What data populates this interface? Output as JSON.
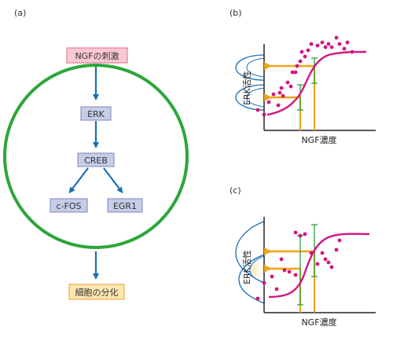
{
  "panel_a": {
    "label": "(a)",
    "stimulus": "NGFの刺激",
    "nodes": {
      "erk": "ERK",
      "creb": "CREB",
      "cfos": "c-FOS",
      "egr1": "EGR1"
    },
    "outcome": "細胞の分化"
  },
  "panel_b": {
    "label": "(b)",
    "xlabel": "NGF濃度",
    "ylabel": "ERK活性",
    "points": [
      [
        36,
        140
      ],
      [
        44,
        146
      ],
      [
        50,
        130
      ],
      [
        56,
        120
      ],
      [
        62,
        134
      ],
      [
        64,
        118
      ],
      [
        66,
        112
      ],
      [
        68,
        122
      ],
      [
        74,
        105
      ],
      [
        78,
        110
      ],
      [
        80,
        92
      ],
      [
        84,
        92
      ],
      [
        86,
        84
      ],
      [
        90,
        78
      ],
      [
        92,
        66
      ],
      [
        96,
        72
      ],
      [
        100,
        64
      ],
      [
        104,
        56
      ],
      [
        112,
        58
      ],
      [
        118,
        54
      ],
      [
        122,
        60
      ],
      [
        126,
        56
      ],
      [
        130,
        60
      ],
      [
        136,
        48
      ],
      [
        140,
        56
      ],
      [
        146,
        62
      ],
      [
        150,
        54
      ],
      [
        156,
        66
      ]
    ]
  },
  "panel_c": {
    "label": "(c)",
    "xlabel": "NGF濃度",
    "ylabel": "ERK活性",
    "points": [
      [
        36,
        380
      ],
      [
        44,
        360
      ],
      [
        54,
        352
      ],
      [
        60,
        368
      ],
      [
        66,
        330
      ],
      [
        70,
        344
      ],
      [
        76,
        346
      ],
      [
        84,
        350
      ],
      [
        84,
        296
      ],
      [
        90,
        300
      ],
      [
        96,
        298
      ],
      [
        104,
        322
      ],
      [
        112,
        336
      ],
      [
        118,
        322
      ],
      [
        122,
        330
      ],
      [
        126,
        334
      ],
      [
        130,
        340
      ],
      [
        136,
        318
      ],
      [
        140,
        306
      ]
    ]
  },
  "colors": {
    "magenta": "#d4157f",
    "green": "#2a9d3a",
    "orange": "#f0a418",
    "blue": "#1a6db4",
    "stim_fill": "#fbc8d3",
    "stim_stroke": "#e36b87",
    "node_fill": "#c6cde8",
    "node_stroke": "#7d86bd",
    "out_fill": "#fde7b0",
    "out_stroke": "#e79b3b"
  }
}
